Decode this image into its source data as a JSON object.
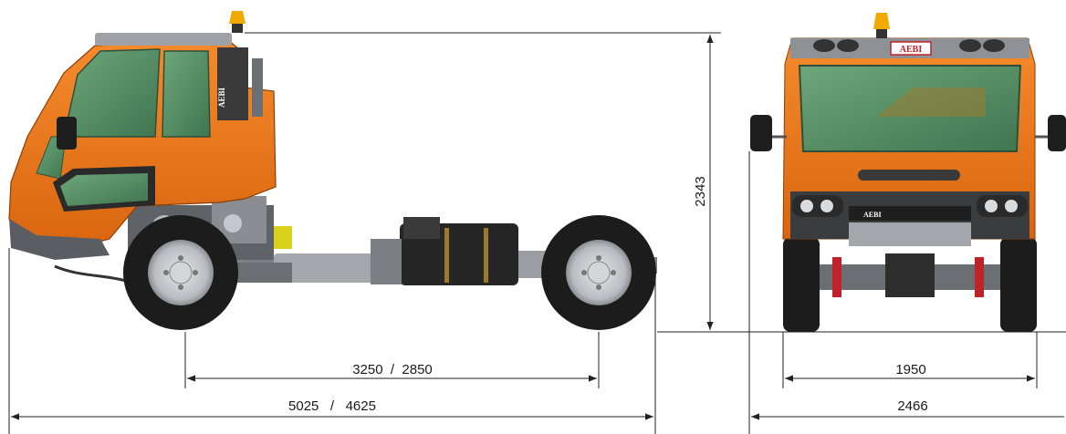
{
  "side_view": {
    "cab_badge": "AEBI",
    "height": "2343",
    "wheelbase": "3250  /  2850",
    "overall_length": "5025   /   4625"
  },
  "front_view": {
    "grille_badge": "AEBI",
    "bumper_badge": "AEBI",
    "track_width": "1950",
    "overall_width": "2466"
  },
  "colors": {
    "body_orange": "#ee7a1e",
    "body_dark_orange": "#c95c0c",
    "glass_green": "#4f8a5e",
    "chassis_grey": "#8f9397",
    "tire_black": "#1c1c1c",
    "beacon_amber": "#f2a900",
    "dimension_line": "#222222"
  }
}
